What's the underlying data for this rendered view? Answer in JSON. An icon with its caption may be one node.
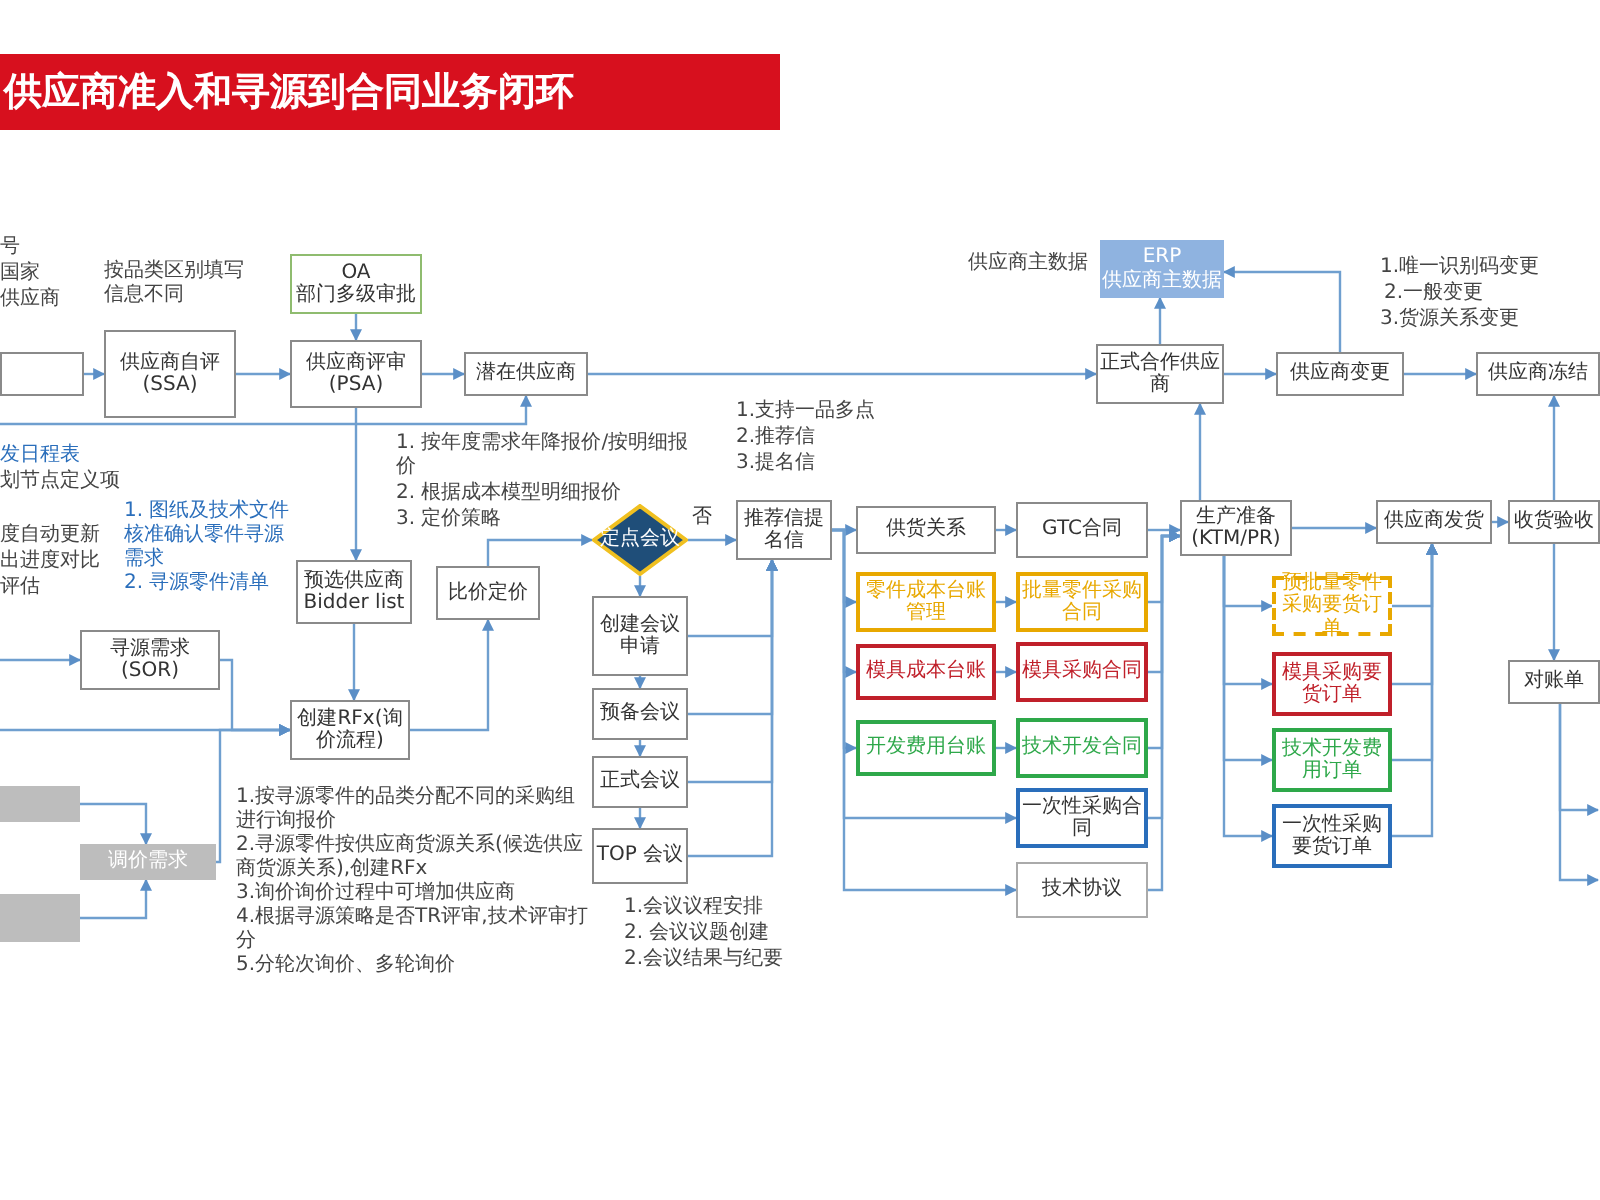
{
  "diagram": {
    "title": "供应商准入和寻源到合同业务闭环",
    "nodes": [
      {
        "text": [],
        "shape": "box"
      },
      {
        "text": [
          "供应商自评(SSA)"
        ]
      },
      {
        "text": [
          "OA",
          "部门多级审批"
        ]
      },
      {
        "text": [
          "供应商评审(PSA)"
        ]
      },
      {
        "text": [
          "潜在供应商"
        ]
      },
      {
        "text": [
          "正式合作供应商"
        ]
      },
      {
        "text": [
          "ERP",
          "供应商主数据"
        ],
        "beside": [
          "供应商主数据"
        ]
      },
      {
        "text": [
          "供应商变更"
        ]
      },
      {
        "text": [
          "供应商冻结"
        ]
      },
      {
        "text": [
          "推荐信提名信"
        ]
      },
      {
        "text": [
          "定点会议"
        ]
      },
      {
        "text": [
          "预选供应商 Bidder list"
        ]
      },
      {
        "text": [
          "比价定价"
        ]
      },
      {
        "text": [
          "寻源需求(SOR)"
        ]
      },
      {
        "text": [
          "创建RFx(询价流程)"
        ]
      },
      {
        "text": [
          "创建会议申请"
        ]
      },
      {
        "text": [
          "预备会议"
        ]
      },
      {
        "text": [
          "正式会议"
        ]
      },
      {
        "text": [
          "TOP 会议"
        ]
      },
      {
        "text": [
          "供货关系"
        ]
      },
      {
        "text": [
          "GTC合同"
        ]
      },
      {
        "text": [
          "零件成本台账管理"
        ]
      },
      {
        "text": [
          "批量零件采购合同"
        ]
      },
      {
        "text": [
          "模具成本台账"
        ]
      },
      {
        "text": [
          "模具采购合同"
        ]
      },
      {
        "text": [
          "开发费用台账"
        ]
      },
      {
        "text": [
          "技术开发合同"
        ]
      },
      {
        "text": [
          "一次性采购合同"
        ]
      },
      {
        "text": [
          "技术协议"
        ]
      },
      {
        "text": [
          "生产准备(KTM/PR)"
        ]
      },
      {
        "text": [
          "预批量零件采购要货订单"
        ]
      },
      {
        "text": [
          "模具采购要货订单"
        ]
      },
      {
        "text": [
          "技术开发费用订单"
        ]
      },
      {
        "text": [
          "一次性采购要货订单"
        ]
      },
      {
        "text": [
          "供应商发货"
        ]
      },
      {
        "text": [
          "收货验收"
        ]
      },
      {
        "text": [
          "对账单"
        ]
      },
      {
        "text": [],
        "shape": "box"
      },
      {
        "text": [
          "调价需求"
        ]
      },
      {
        "text": [],
        "shape": "box"
      }
    ],
    "edges": [
      {
        "from": 0,
        "to": 1,
        "arrow": "to"
      },
      {
        "from": 1,
        "to": 3,
        "arrow": "to"
      },
      {
        "from": 2,
        "to": 3,
        "arrow": "to"
      },
      {
        "from": 3,
        "to": 4,
        "arrow": "to"
      },
      {
        "from": 4,
        "to": 5,
        "arrow": "to"
      },
      {
        "from": null,
        "to": 4,
        "arrow": "to"
      },
      {
        "from": 3,
        "to": 11,
        "arrow": "to"
      },
      {
        "from": 11,
        "to": 14,
        "arrow": "to"
      },
      {
        "from": 13,
        "to": 14,
        "arrow": "to"
      },
      {
        "from": null,
        "to": 13,
        "arrow": "to"
      },
      {
        "from": null,
        "to": 14,
        "arrow": "to"
      },
      {
        "from": 14,
        "to": 12,
        "arrow": "to"
      },
      {
        "from": 12,
        "to": 10,
        "arrow": "to"
      },
      {
        "from": 10,
        "to": 9,
        "label": "否",
        "arrow": "to"
      },
      {
        "from": 10,
        "to": 15,
        "arrow": "to"
      },
      {
        "from": 15,
        "to": 16,
        "arrow": "to"
      },
      {
        "from": 16,
        "to": 17,
        "arrow": "to"
      },
      {
        "from": 17,
        "to": 18,
        "arrow": "to"
      },
      {
        "from": 15,
        "to": 9,
        "arrow": "to"
      },
      {
        "from": 16,
        "to": 9,
        "arrow": "to"
      },
      {
        "from": 17,
        "to": 9,
        "arrow": "to"
      },
      {
        "from": 18,
        "to": 9,
        "arrow": "to"
      },
      {
        "from": 9,
        "to": 19,
        "arrow": "to"
      },
      {
        "from": 9,
        "to": 21,
        "arrow": "to"
      },
      {
        "from": 9,
        "to": 23,
        "arrow": "to"
      },
      {
        "from": 9,
        "to": 25,
        "arrow": "to"
      },
      {
        "from": 9,
        "to": 27,
        "arrow": "to"
      },
      {
        "from": 9,
        "to": 28,
        "arrow": "to"
      },
      {
        "from": 19,
        "to": 20,
        "arrow": "to"
      },
      {
        "from": 21,
        "to": 22,
        "arrow": "to"
      },
      {
        "from": 23,
        "to": 24,
        "arrow": "to"
      },
      {
        "from": 25,
        "to": 26,
        "arrow": "to"
      },
      {
        "from": 20,
        "to": 29,
        "arrow": "to"
      },
      {
        "from": 22,
        "to": 29,
        "arrow": "to"
      },
      {
        "from": 24,
        "to": 29,
        "arrow": "to"
      },
      {
        "from": 26,
        "to": 29,
        "arrow": "to"
      },
      {
        "from": 27,
        "to": 29,
        "arrow": "to"
      },
      {
        "from": 28,
        "to": 29,
        "arrow": "to"
      },
      {
        "from": 29,
        "to": 5,
        "arrow": "to"
      },
      {
        "from": 5,
        "to": 6,
        "arrow": "to"
      },
      {
        "from": 7,
        "to": 6,
        "arrow": "to"
      },
      {
        "from": 5,
        "to": 7,
        "arrow": "to"
      },
      {
        "from": 7,
        "to": 8,
        "arrow": "to"
      },
      {
        "from": 29,
        "to": 34,
        "arrow": "to"
      },
      {
        "from": 29,
        "to": 30,
        "arrow": "to"
      },
      {
        "from": 29,
        "to": 31,
        "arrow": "to"
      },
      {
        "from": 29,
        "to": 32,
        "arrow": "to"
      },
      {
        "from": 29,
        "to": 33,
        "arrow": "to"
      },
      {
        "from": 30,
        "to": 34,
        "arrow": "to"
      },
      {
        "from": 31,
        "to": 34,
        "arrow": "to"
      },
      {
        "from": 32,
        "to": 34,
        "arrow": "to"
      },
      {
        "from": 33,
        "to": 34,
        "arrow": "to"
      },
      {
        "from": 34,
        "to": 35,
        "arrow": "to"
      },
      {
        "from": 35,
        "to": 8,
        "arrow": "to"
      },
      {
        "from": 35,
        "to": 36,
        "arrow": "to"
      },
      {
        "from": 36,
        "to": null,
        "arrow": "to"
      },
      {
        "from": 36,
        "to": null,
        "arrow": "to"
      },
      {
        "from": 37,
        "to": 38,
        "arrow": "to"
      },
      {
        "from": 39,
        "to": 38,
        "arrow": "to"
      },
      {
        "from": 38,
        "to": 14,
        "arrow": "to"
      }
    ],
    "labels": [
      "号",
      "国家",
      "供应商",
      "按品类区别填写信息不同",
      "1.唯一识别码变更",
      "2.一般变更",
      "3.货源关系变更",
      "1.支持一品多点",
      "2.推荐信",
      "3.提名信",
      "1. 按年度需求年降报价/按明细报价",
      "2. 根据成本模型明细报价",
      "3. 定价策略",
      "发日程表",
      "划节点定义项",
      "度自动更新",
      "出进度对比",
      "评估",
      "1. 图纸及技术文件核准确认零件寻源需求",
      "2. 寻源零件清单",
      "1.按寻源零件的品类分配不同的采购组进行询报价",
      "2.寻源零件按供应商货源关系(候选供应商货源关系),创建RFx",
      "3.询价询价过程中可增加供应商",
      "4.根据寻源策略是否TR评审,技术评审打分",
      "5.分轮次询价、多轮询价",
      "1.会议议程安排",
      "2. 会议议题创建",
      "2.会议结果与纪要"
    ]
  }
}
